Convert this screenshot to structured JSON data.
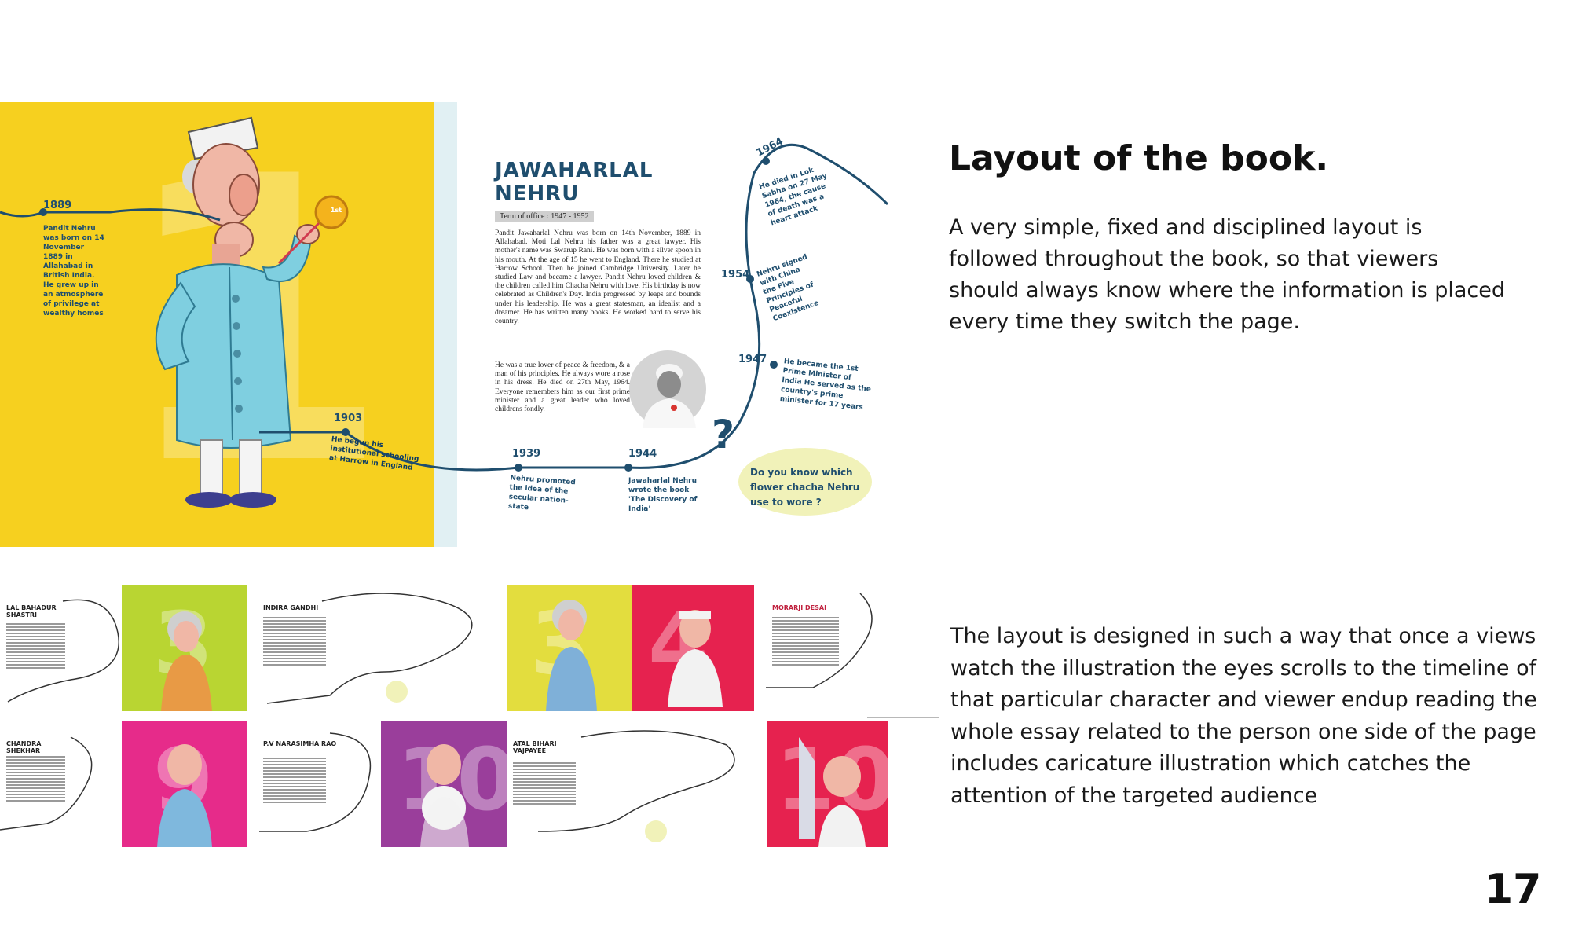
{
  "page": {
    "title": "Layout of the book.",
    "paragraph1": "A very simple, fixed and disciplined layout is followed throughout the book, so that viewers should always know where the information is placed every time they switch the page.",
    "paragraph2": "The layout is designed in such a way that once a views watch the illustration the eyes scrolls to the timeline of that particular character and viewer endup reading the whole essay related to the person one side of the page includes caricature illustration which catches the attention of the targeted audience",
    "page_number": "17"
  },
  "spread": {
    "name_line1": "JAWAHARLAL",
    "name_line2": "NEHRU",
    "term": "Term of office : 1947 - 1952",
    "essay1": "Pandit Jawaharlal Nehru was born on 14th November, 1889 in Allahabad. Moti Lal Nehru his father was a great lawyer. His mother's name was Swarup Rani. He was born with a silver spoon in his mouth. At the age of 15 he went to England. There he studied at Harrow School. Then he joined Cambridge University. Later he studied Law and became a lawyer. Pandit Nehru loved children & the children called him Chacha Nehru with love. His birthday is now celebrated as Children's Day. India progressed by leaps and bounds under his leadership. He was a great statesman, an idealist and a dreamer. He has written many books. He worked hard to serve his country.",
    "essay2": "He was a true lover of peace & freedom, & a man of his principles. He always wore a rose in his dress. He died on 27th May, 1964. Everyone remembers him as our first prime minister and a great leader who loved childrens fondly.",
    "rank_label": "st",
    "medal_label": "1st",
    "question": "Do you know which flower chacha Nehru use to wore ?",
    "timeline": [
      {
        "year": "1889",
        "note": "Pandit Nehru was born on 14 November 1889 in Allahabad in British India. He grew up in an atmosphere of privilege at wealthy homes"
      },
      {
        "year": "1903",
        "note": "He begun his institutional schooling at Harrow in England"
      },
      {
        "year": "1939",
        "note": "Nehru promoted the idea of the secular nation-state"
      },
      {
        "year": "1944",
        "note": "Jawaharlal Nehru wrote the book 'The Discovery of India'"
      },
      {
        "year": "1947",
        "note": "He became the 1st Prime Minister of India He served as the country's prime minister for 17 years"
      },
      {
        "year": "1954",
        "note": "Nehru signed with China the Five Principles of Peaceful Coexistence"
      },
      {
        "year": "1964",
        "note": "He died in Lok Sabha on 27 May 1964, the cause of death was a heart attack"
      }
    ]
  },
  "thumbnails": [
    {
      "name": "LAL BAHADUR SHASTRI",
      "number": "3",
      "color": "#b9d532"
    },
    {
      "name": "INDIRA GANDHI",
      "number": "",
      "color": ""
    },
    {
      "name": "",
      "number": "3",
      "color": "#e3dd3e"
    },
    {
      "name": "MORARJI DESAI",
      "number": "4",
      "color": "#e6224f"
    },
    {
      "name": "CHANDRA SHEKHAR",
      "number": "9",
      "color": "#e62b8a"
    },
    {
      "name": "P.V NARASIMHA RAO",
      "number": "10",
      "color": "#9a3e9b"
    },
    {
      "name": "ATAL BIHARI VAJPAYEE",
      "number": "",
      "color": ""
    },
    {
      "name": "",
      "number": "10",
      "color": "#e6224f"
    }
  ],
  "colors": {
    "yellow": "#f6d01f",
    "navy": "#1f4e6e",
    "bubble": "#f1f2b9"
  }
}
